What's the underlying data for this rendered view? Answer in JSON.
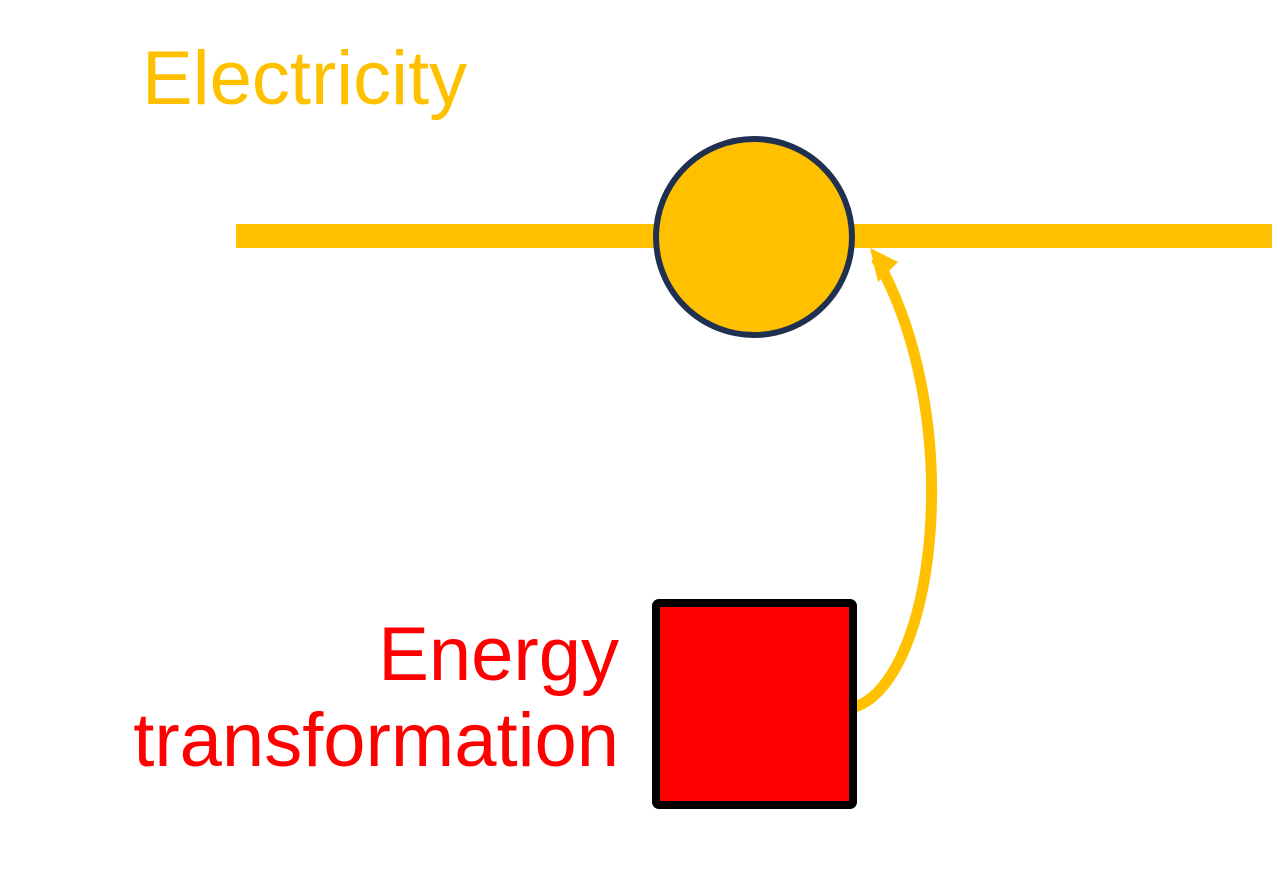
{
  "carrier": {
    "label": "Electricity",
    "color": "#FFC000"
  },
  "node": {
    "fill": "#FFC000",
    "stroke": "#1F3050"
  },
  "process": {
    "label_line1": "Energy",
    "label_line2": "transformation",
    "color": "#FF0000",
    "box_fill": "#FF0000",
    "box_stroke": "#000000"
  },
  "flow": {
    "from": "process",
    "to": "node",
    "color": "#FFC000"
  }
}
